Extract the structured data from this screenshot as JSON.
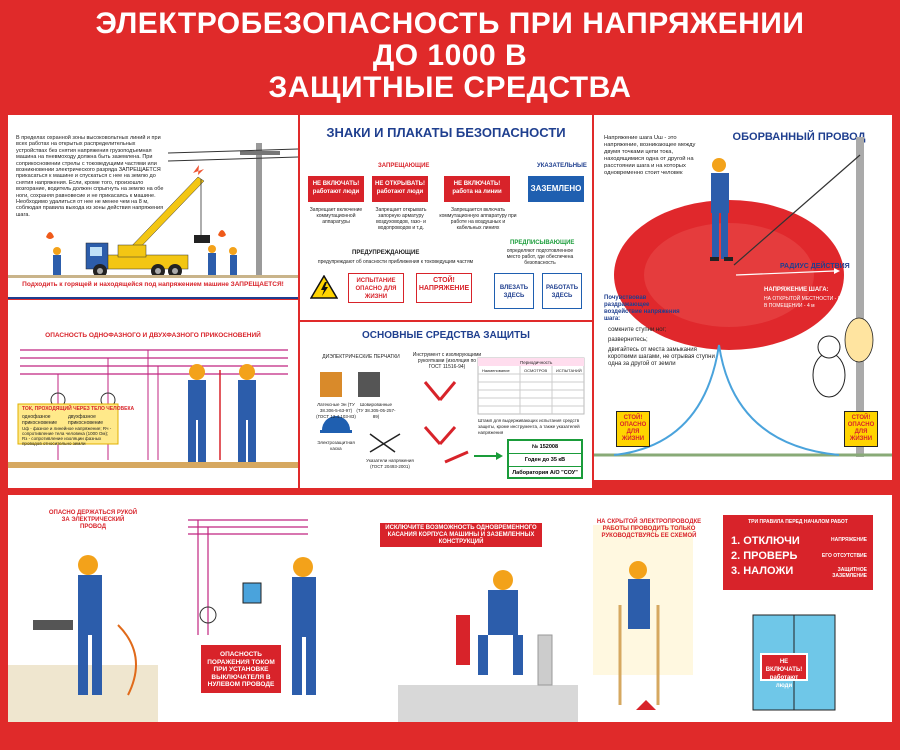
{
  "title": {
    "line1": "ЭЛЕКТРОБЕЗОПАСНОСТЬ ПРИ НАПРЯЖЕНИИ",
    "line2": "ДО 1000 В",
    "line3": "ЗАЩИТНЫЕ СРЕДСТВА"
  },
  "crane": {
    "text": "В пределах охранной зоны высоковольтных линий и при всех работах на открытых распределительных устройствах без снятия напряжения грузоподъемная машина на пневмоходу должна быть заземлена. При соприкосновении стрелы с токоведущими частями или возникновении электрического разряда ЗАПРЕЩАЕТСЯ прикасаться к машине и спускаться с нее на землю до снятия напряжения. Если, кроме того, произошло возгорание, водитель должен спрыгнуть на землю на обе ноги, сохраняя равновесие и не прикасаясь к машине. Необходимо удалиться от нее не менее чем на 8 м, соблюдая правила выхода из зоны действия напряжения шага.",
    "caption": "Подходить к горящей и находящейся под напряжением машине ЗАПРЕЩАЕТСЯ!"
  },
  "signs": {
    "title": "ЗНАКИ И ПЛАКАТЫ БЕЗОПАСНОСТИ",
    "prohibiting": "ЗАПРЕЩАЮЩИЕ",
    "indicating": "УКАЗАТЕЛЬНЫЕ",
    "warning": "ПРЕДУПРЕЖДАЮЩИЕ",
    "prescribing": "ПРЕДПИСЫВАЮЩИЕ",
    "s1": "НЕ ВКЛЮЧАТЬ! работают люди",
    "s2": "НЕ ОТКРЫВАТЬ! работают люди",
    "s3": "НЕ ВКЛЮЧАТЬ! работа на линии",
    "s4": "ЗАЗЕМЛЕНО",
    "s5": "ИСПЫТАНИЕ ОПАСНО ДЛЯ ЖИЗНИ",
    "s6": "СТОЙ! НАПРЯЖЕНИЕ",
    "s7": "ВЛЕЗАТЬ ЗДЕСЬ",
    "s8": "РАБОТАТЬ ЗДЕСЬ",
    "c1": "Запрещает включение коммутационной аппаратуры",
    "c2": "Запрещает открывать запорную арматуру воздуховодов, газо- и водопроводов и т.д.",
    "c3": "Запрещается включать коммутационную аппаратуру при работе на воздушных и кабельных линиях",
    "c4": "предупреждают об опасности приближения к токоведущим частям",
    "c5": "определяют подготовленное место работ, где обеспечена безопасность"
  },
  "wire": {
    "title": "ОБОРВАННЫЙ ПРОВОД",
    "step_text": "Напряжение шага Uш - это напряжение, возникающее между двумя точками цепи тока, находящимися одна от другой на расстоянии шага и на которых одновременно стоит человек",
    "radius": "РАДИУС ДЕЙСТВИЯ",
    "step_voltage": "НАПРЯЖЕНИЕ ШАГА:",
    "open_area": "НА ОТКРЫТОЙ МЕСТНОСТИ - 8 м",
    "indoor": "В ПОМЕЩЕНИИ - 4 м",
    "feel": "Почувствовав раздражающее воздействие напряжения шага:",
    "b1": "сомкните ступни ног;",
    "b2": "развернитесь;",
    "b3": "двигайтесь от места замыкания короткими шагами, не отрывая ступни одна за другой от земли",
    "sign_left": "СТОЙ! ОПАСНО ДЛЯ ЖИЗНИ",
    "sign_right": "СТОЙ! ОПАСНО ДЛЯ ЖИЗНИ"
  },
  "contact": {
    "title": "ОПАСНОСТЬ ОДНОФАЗНОГО И ДВУХФАЗНОГО ПРИКОСНОВЕНИЙ",
    "current_title": "ТОК, ПРОХОДЯЩИЙ ЧЕРЕЗ ТЕЛО ЧЕЛОВЕКА",
    "single": "однофазное прикосновение",
    "double": "двухфазное прикосновение",
    "legend": "Uф - фазное и линейное напряжение; Rч - сопротивление тела человека (1000 Ом); Rз - сопротивление изоляции фазных проводов относительно земли"
  },
  "protect": {
    "title": "ОСНОВНЫЕ СРЕДСТВА ЗАЩИТЫ",
    "gloves": "ДИЭЛЕКТРИЧЕСКИЕ ПЕРЧАТКИ",
    "tool": "Инструмент с изолирующими рукоятками (изоляция по ГОСТ 11516-94)",
    "latex": "Латексные Эн (ТУ 38.306-5-63-97) (ГОСТ 12.4.103-83)",
    "seamed": "Шовированные (ТУ 38.305-05-257-89)",
    "helmet": "Электрозащитная каска",
    "indicator": "Указатели напряжения (ГОСТ 20493-2001)",
    "stamp_text": "Штамп для выдерживающих испытания средств защиты, кроме инструмента, а также указателей напряжения",
    "stamp1": "№ 152008",
    "stamp2": "Годен до 35 кВ",
    "stamp3": "Лаборатория А/О \"СОУ\"",
    "table_head": "Периодичность",
    "th1": "Наименование",
    "th2": "ОСМОТРОВ",
    "th3": "ИСПЫТАНИЙ"
  },
  "bottom": {
    "b1": "ОПАСНО ДЕРЖАТЬСЯ РУКОЙ ЗА ЭЛЕКТРИЧЕСКИЙ ПРОВОД",
    "b2": "ОПАСНОСТЬ ПОРАЖЕНИЯ ТОКОМ ПРИ УСТАНОВКЕ ВЫКЛЮЧАТЕЛЯ В НУЛЕВОМ ПРОВОДЕ",
    "b3": "ИСКЛЮЧИТЕ ВОЗМОЖНОСТЬ ОДНОВРЕМЕННОГО КАСАНИЯ КОРПУСА МАШИНЫ И ЗАЗЕМЛЕННЫХ КОНСТРУКЦИЙ",
    "b4": "НА СКРЫТОЙ ЭЛЕКТРОПРОВОДКЕ РАБОТЫ ПРОВОДИТЬ ТОЛЬКО РУКОВОДСТВУЯСЬ ЕЕ СХЕМОЙ",
    "rules_title": "ТРИ ПРАВИЛА ПЕРЕД НАЧАЛОМ РАБОТ",
    "r1": "1. ОТКЛЮЧИ",
    "r2": "2. ПРОВЕРЬ",
    "r3": "3. НАЛОЖИ",
    "r1b": "НАПРЯЖЕНИЕ",
    "r2b": "ЕГО ОТСУТСТВИЕ",
    "r3b": "ЗАЩИТНОЕ ЗАЗЕМЛЕНИЕ",
    "no_switch": "НЕ ВКЛЮЧАТЬ! работают люди"
  }
}
